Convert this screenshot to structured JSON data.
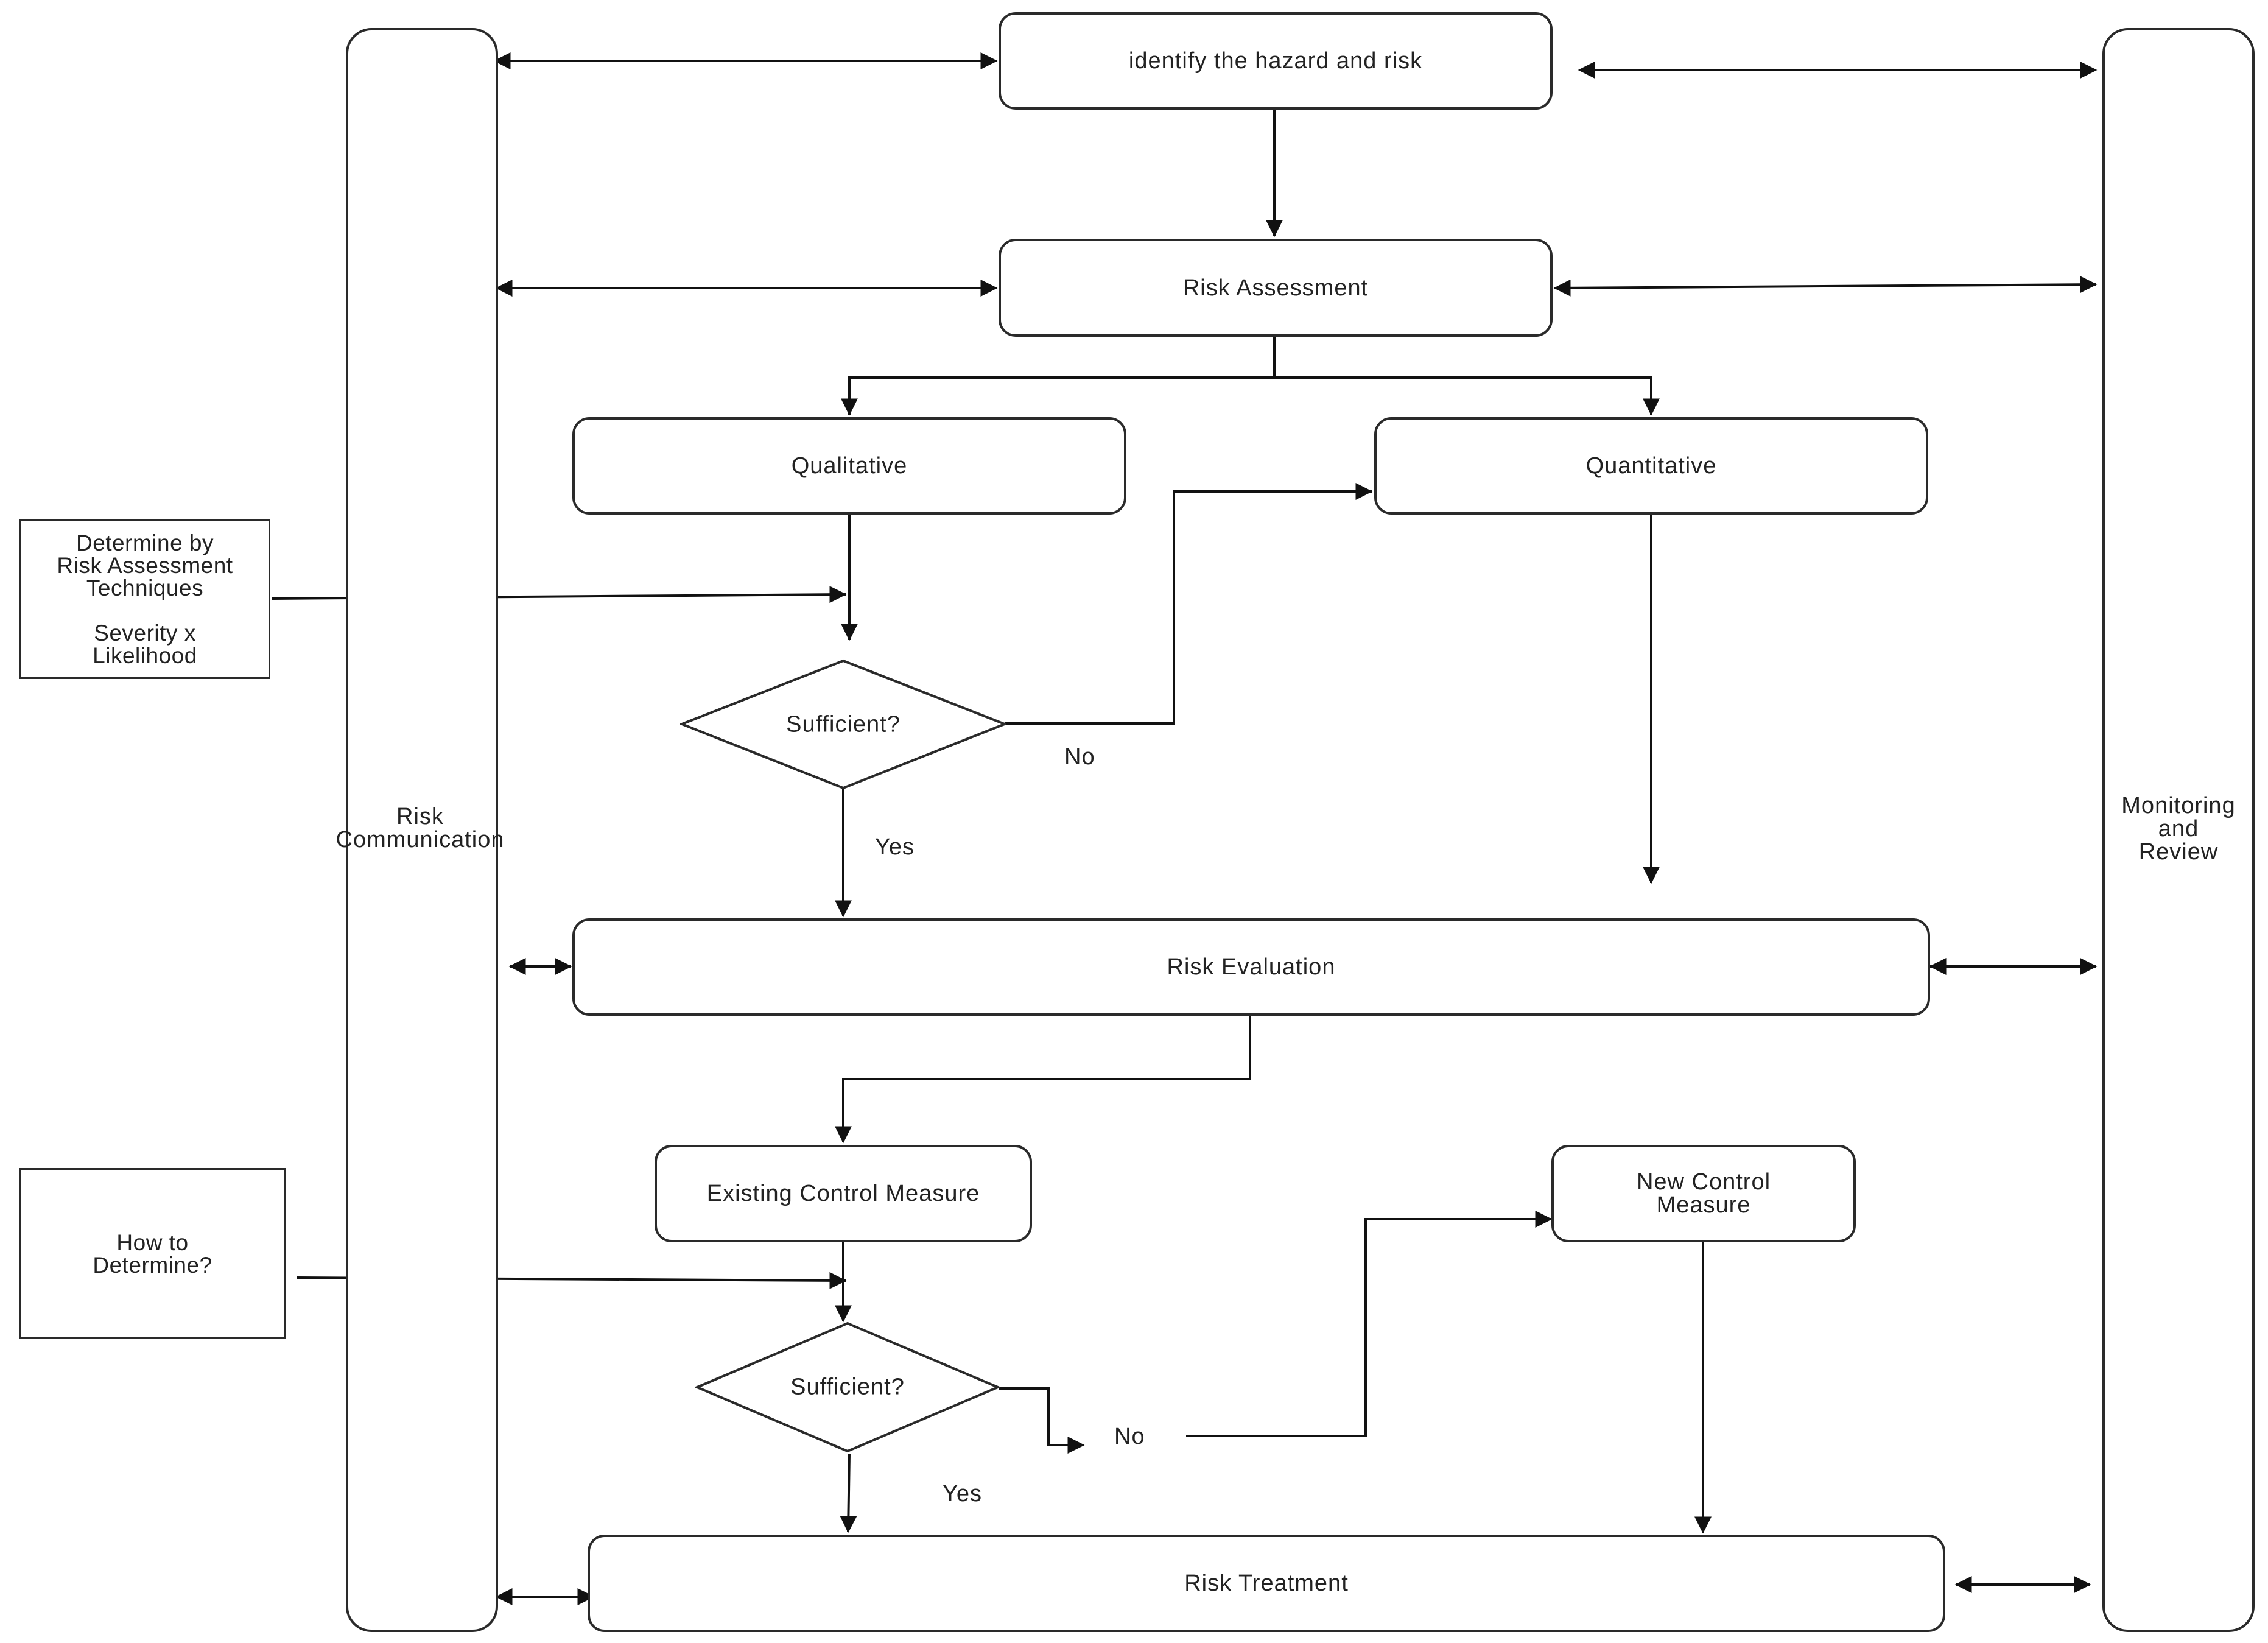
{
  "lanes": {
    "left_label": "Risk\nCommunication",
    "right_label": "Monitoring\nand\nReview"
  },
  "steps": {
    "identify": "identify the hazard and risk",
    "assessment": "Risk Assessment",
    "qualitative": "Qualitative",
    "quantitative": "Quantitative",
    "evaluation": "Risk Evaluation",
    "existing_control": "Existing Control Measure",
    "new_control": "New Control\nMeasure",
    "treatment": "Risk Treatment"
  },
  "decisions": {
    "sufficient_1": "Sufficient?",
    "sufficient_2": "Sufficient?"
  },
  "branch_labels": {
    "no_1": "No",
    "yes_1": "Yes",
    "no_2": "No",
    "yes_2": "Yes"
  },
  "notes": {
    "techniques": "Determine by\nRisk Assessment\nTechniques\n\nSeverity x\nLikelihood",
    "how_to": "How to\nDetermine?"
  }
}
